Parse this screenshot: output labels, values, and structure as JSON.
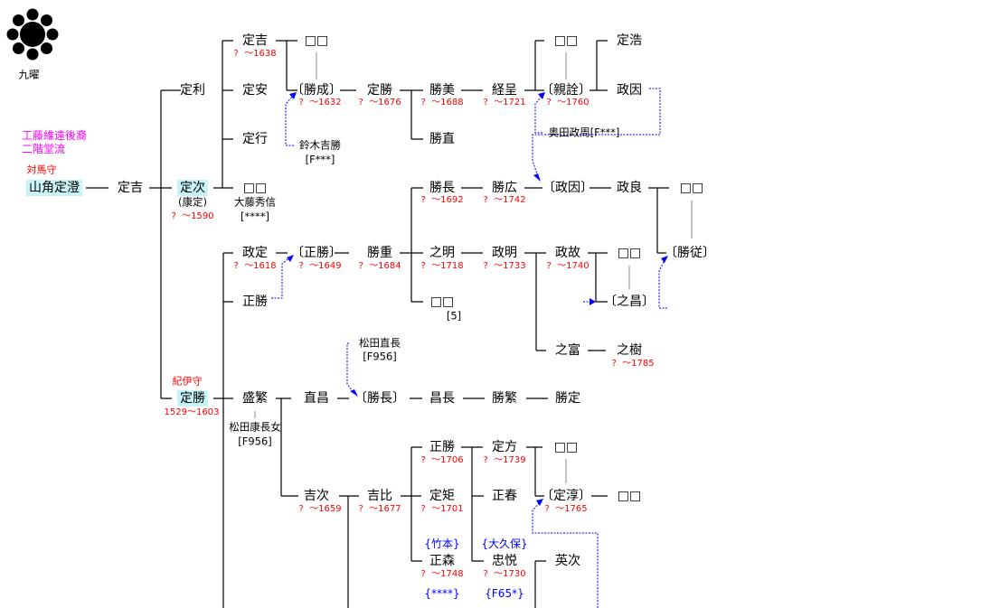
{
  "crest": {
    "label": "九曜"
  },
  "notes": {
    "lineage1": "工藤維遠後裔",
    "lineage2": "二階堂流",
    "title_tsushima": "対馬守",
    "title_kii": "紀伊守"
  },
  "names": [
    "山角定澄",
    "定吉",
    "定次",
    "定利",
    "定勝",
    "定吉",
    "定安",
    "定行",
    "□□",
    "政定",
    "正勝",
    "盛繁",
    "□□",
    "〔勝成〕",
    "〔正勝〕",
    "直昌",
    "吉次",
    "定勝",
    "勝重",
    "〔勝長〕",
    "吉比",
    "勝美",
    "勝直",
    "勝長",
    "之明",
    "□□",
    "昌長",
    "正勝",
    "定矩",
    "正森",
    "経呈",
    "勝広",
    "政明",
    "勝繁",
    "定方",
    "正春",
    "忠悦",
    "□□",
    "〔親詮〕",
    "〔政因〕",
    "政故",
    "之富",
    "勝定",
    "□□",
    "〔定淳〕",
    "英次",
    "定浩",
    "政因",
    "政良",
    "□□",
    "〔之昌〕",
    "之樹",
    "□□",
    "□□",
    "〔勝従〕"
  ],
  "dates": [
    "?  ～1638",
    "?  ～1632",
    "?  ～1676",
    "?  ～1688",
    "?  ～1721",
    "?  ～1760",
    "?  ～1590",
    "?  ～1692",
    "?  ～1742",
    "?  ～1618",
    "?  ～1649",
    "?  ～1684",
    "?  ～1718",
    "?  ～1733",
    "?  ～1740",
    "?  ～1785",
    "1529～1603",
    "?  ～1706",
    "?  ～1739",
    "?  ～1659",
    "?  ～1677",
    "?  ～1701",
    "?  ～1765",
    "?  ～1748",
    "?  ～1730"
  ],
  "annotations": [
    "(康定)",
    "大藤秀信",
    "[****]",
    "鈴木吉勝",
    "[F***]",
    "奥田政周[F***]",
    "[5]",
    "松田直長",
    "[F956]",
    "松田康長女",
    "[F956]"
  ],
  "clans": [
    "{竹本}",
    "{大久保}",
    "{****}",
    "{F65*}"
  ],
  "colors": {
    "highlight": "#c8f4f8",
    "date": "#ff0000",
    "adoption_link": "#0000ff",
    "lineage": "#ff00ff"
  }
}
